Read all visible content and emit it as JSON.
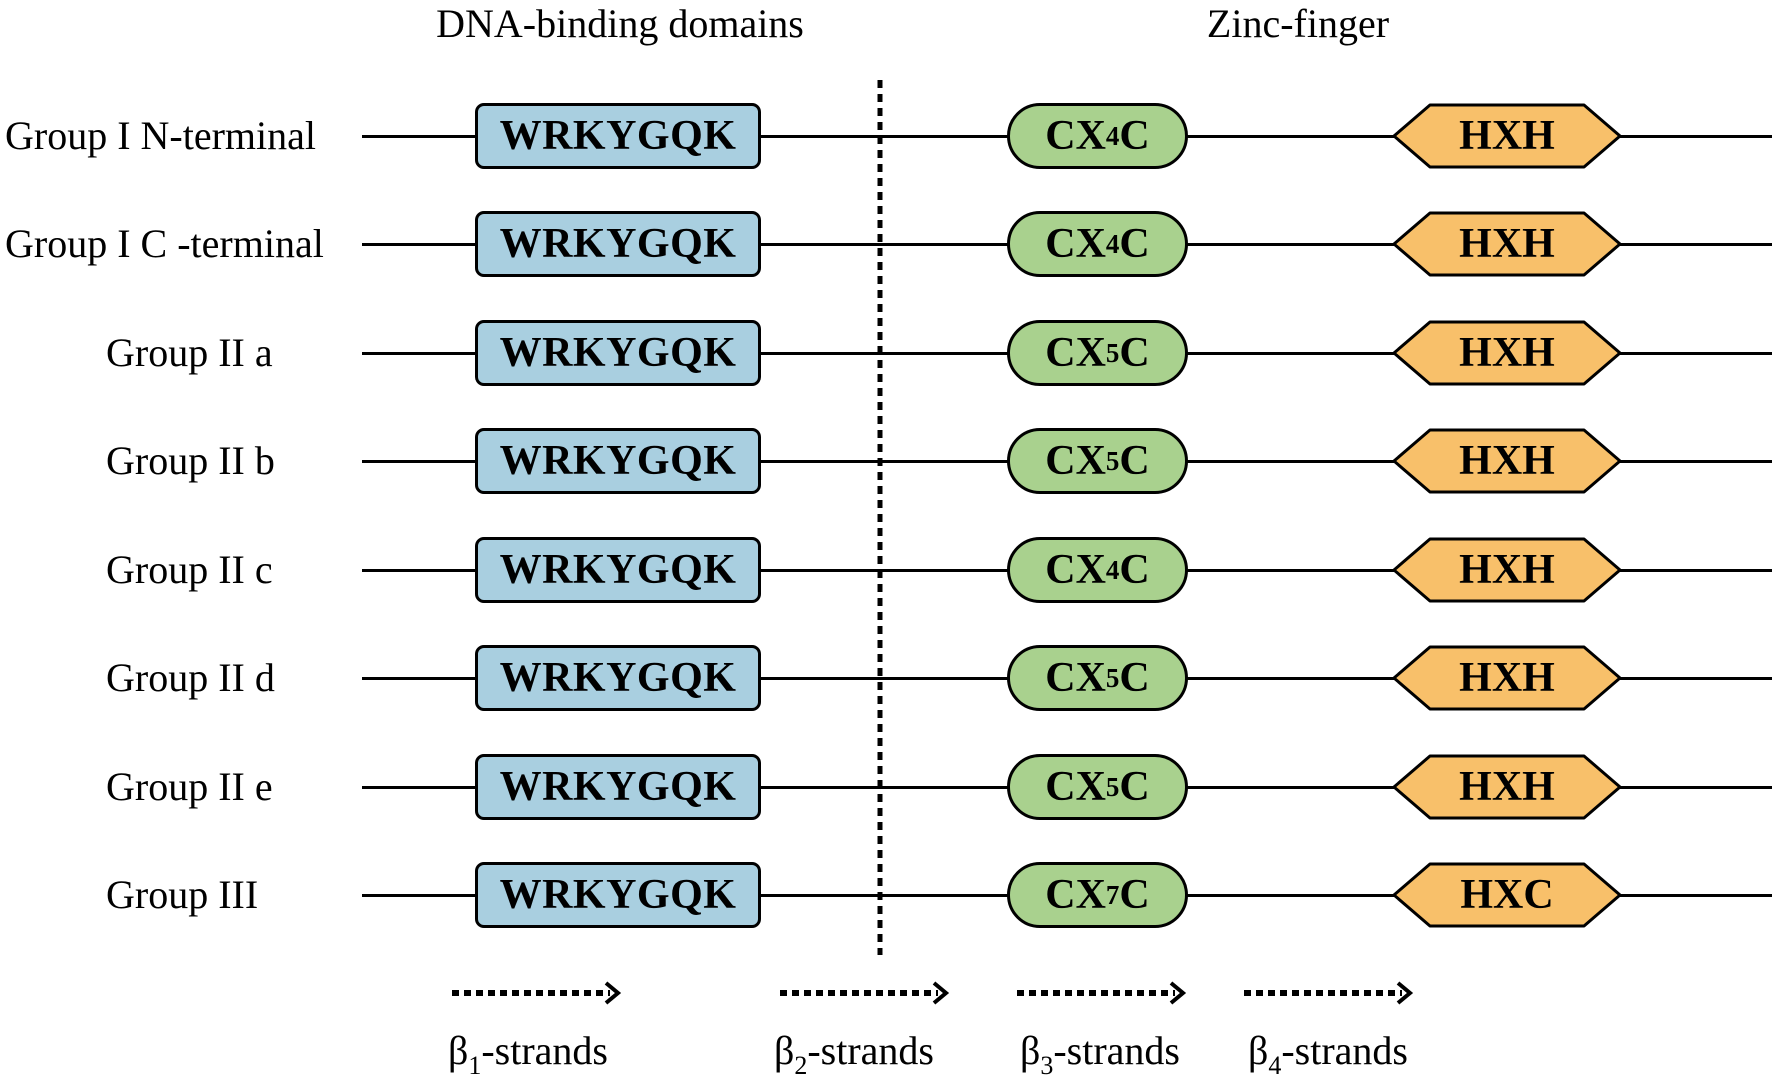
{
  "headers": {
    "dna_binding": "DNA-binding domains",
    "zinc_finger": "Zinc-finger"
  },
  "rows": [
    {
      "label": "Group I N-terminal",
      "motif": "WRKYGQK",
      "cx_pre": "CX",
      "cx_sub": "4",
      "cx_post": "C",
      "hx": "HXH"
    },
    {
      "label": "Group I C -terminal",
      "motif": "WRKYGQK",
      "cx_pre": "CX",
      "cx_sub": "4",
      "cx_post": "C",
      "hx": "HXH"
    },
    {
      "label": "Group II a",
      "motif": "WRKYGQK",
      "cx_pre": "CX",
      "cx_sub": "5",
      "cx_post": "C",
      "hx": "HXH"
    },
    {
      "label": "Group II b",
      "motif": "WRKYGQK",
      "cx_pre": "CX",
      "cx_sub": "5",
      "cx_post": "C",
      "hx": "HXH"
    },
    {
      "label": "Group II c",
      "motif": "WRKYGQK",
      "cx_pre": "CX",
      "cx_sub": "4",
      "cx_post": "C",
      "hx": "HXH"
    },
    {
      "label": "Group II d",
      "motif": "WRKYGQK",
      "cx_pre": "CX",
      "cx_sub": "5",
      "cx_post": "C",
      "hx": "HXH"
    },
    {
      "label": "Group II e",
      "motif": "WRKYGQK",
      "cx_pre": "CX",
      "cx_sub": "5",
      "cx_post": "C",
      "hx": "HXH"
    },
    {
      "label": "Group III",
      "motif": "WRKYGQK",
      "cx_pre": "CX",
      "cx_sub": "7",
      "cx_post": "C",
      "hx": "HXC"
    }
  ],
  "strands": [
    {
      "symbol": "β",
      "sub": "1",
      "suffix": "-strands"
    },
    {
      "symbol": "β",
      "sub": "2",
      "suffix": "-strands"
    },
    {
      "symbol": "β",
      "sub": "3",
      "suffix": "-strands"
    },
    {
      "symbol": "β",
      "sub": "4",
      "suffix": "-strands"
    }
  ],
  "colors": {
    "wrky_box": "#a9cfe0",
    "cx_box": "#a9d18e",
    "hx_hexagon": "#f8c06a",
    "line": "#000000"
  }
}
